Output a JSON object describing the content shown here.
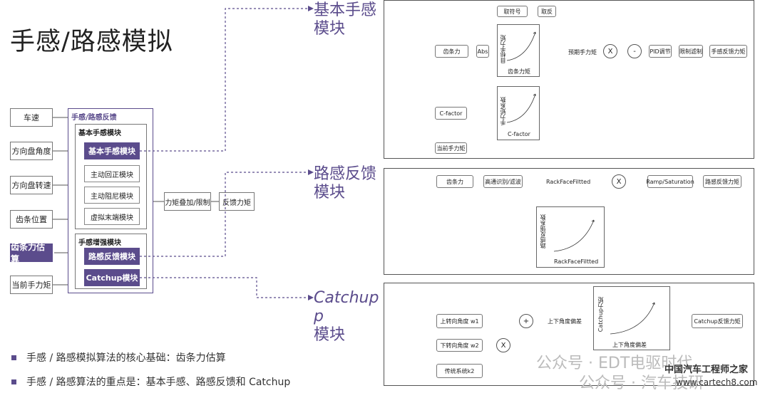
{
  "title": "手感/路感模拟",
  "inputs": [
    "车速",
    "方向盘角度",
    "方向盘转速",
    "齿条位置",
    "齿条力估算",
    "当前手力矩"
  ],
  "frame": {
    "outer_label": "手感/路感反馈",
    "basic_label": "基本手感模块",
    "basic_modules": [
      "基本手感模块",
      "主动回正模块",
      "主动阻尼模块",
      "虚拟末端模块"
    ],
    "enhance_label": "手感增强模块",
    "enhance_modules": [
      "路感反馈模块",
      "Catchup模块"
    ]
  },
  "middle": {
    "superpose": "力矩叠加/限制",
    "feedback": "反馈力矩"
  },
  "sections": {
    "basic": [
      "基本手感",
      "模块"
    ],
    "road": [
      "路感反馈",
      "模块"
    ],
    "catchup": [
      "Catchup",
      "p",
      "模块"
    ]
  },
  "panel1": {
    "rack_force": "齿条力",
    "abs": "Abs",
    "sign": "取符号",
    "invert": "取反",
    "plot1_ylabel": "目标手力矩",
    "plot1_xlabel": "齿条力矩",
    "target_torque": "预期手力矩",
    "mult": "X",
    "minus": "-",
    "pid": "PID调节",
    "limit": "限制滤制",
    "output": "手感反馈力矩",
    "cfactor": "C-factor",
    "plot2_ylabel": "手力矩系数",
    "plot2_xlabel": "C-factor",
    "current_torque": "当前手力矩"
  },
  "panel2": {
    "rack_force": "齿条力",
    "filter": "高通识别/滤波",
    "rff": "RackFaceFiltted",
    "mult": "X",
    "ramp": "Ramp/Saturation",
    "output": "路感反馈力矩",
    "plot_ylabel": "路感反馈系数",
    "plot_xlabel": "RackFaceFiltted"
  },
  "panel3": {
    "w1": "上转向角度 w1",
    "w2": "下转向角度 w2",
    "k2": "传统系统k2",
    "plus": "+",
    "mult": "X",
    "delta": "上下角度偏差",
    "plot_ylabel": "Catchup力矩",
    "plot_xlabel": "上下角度偏差",
    "output": "Catchup反馈力矩"
  },
  "bullets": [
    "手感 / 路感模拟算法的核心基础：齿条力估算",
    "手感 / 路感算法的重点是：基本手感、路感反馈和 Catchup"
  ],
  "watermark": {
    "line1": "公众号 · EDT电驱时代",
    "line2": "公众号 · 汽车技研",
    "site_cn": "中国汽车工程师之家",
    "site_url": "www.cartech8.com"
  }
}
